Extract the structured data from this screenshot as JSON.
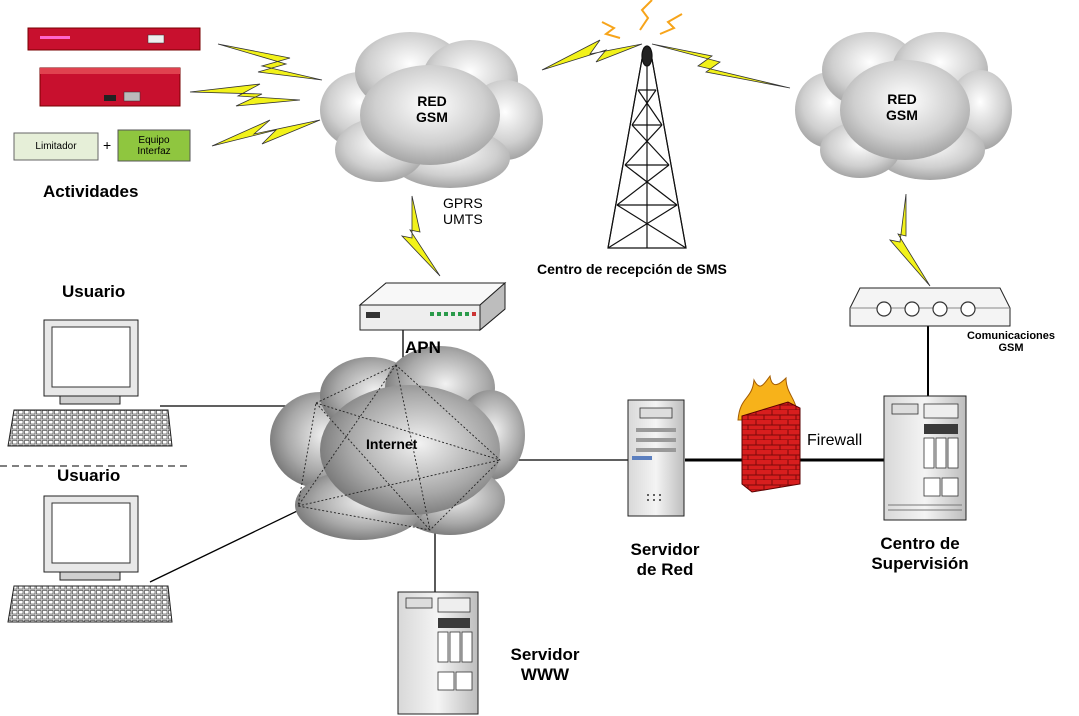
{
  "labels": {
    "red_gsm_left_1": "RED",
    "red_gsm_left_2": "GSM",
    "red_gsm_right_1": "RED",
    "red_gsm_right_2": "GSM",
    "gprs": "GPRS",
    "umts": "UMTS",
    "centro_sms": "Centro de recepción de SMS",
    "actividades": "Actividades",
    "limitador": "Limitador",
    "plus": "+",
    "equipo_1": "Equipo",
    "equipo_2": "Interfaz",
    "usuario_1": "Usuario",
    "usuario_2": "Usuario",
    "apn": "APN",
    "internet": "Internet",
    "firewall": "Firewall",
    "comunicaciones_1": "Comunicaciones",
    "comunicaciones_2": "GSM",
    "servidor_red_1": "Servidor",
    "servidor_red_2": "de Red",
    "centro_sup_1": "Centro de",
    "centro_sup_2": "Supervisión",
    "servidor_www_1": "Servidor",
    "servidor_www_2": "WWW"
  },
  "colors": {
    "red_device": "#c8102e",
    "limitador_fill": "#e6efd8",
    "equipo_fill": "#8fc63f",
    "lightning": "#f2f21a",
    "firewall_brick": "#d81e1e",
    "flame": "#f7b21a",
    "cloud": "#cfcfcf"
  },
  "icons": [
    "lightning-icon",
    "cloud-icon",
    "tower-icon",
    "modem-icon",
    "computer-icon",
    "server-icon",
    "firewall-icon",
    "gsm-modem-icon"
  ]
}
